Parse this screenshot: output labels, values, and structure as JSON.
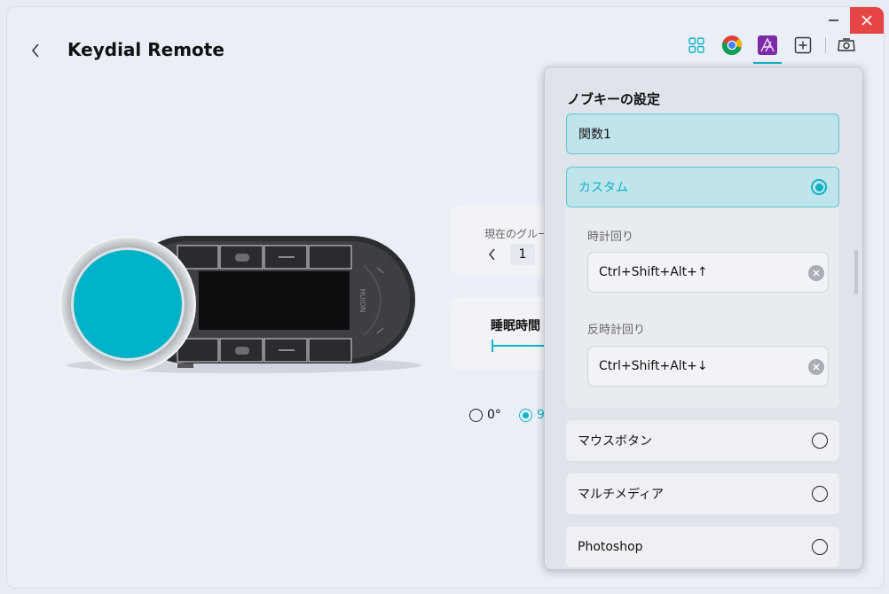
{
  "window": {
    "title": "Keydial Remote"
  },
  "group": {
    "label": "現在のグループ",
    "value": "1"
  },
  "sleep": {
    "label": "睡眠時間"
  },
  "rotation": {
    "options": [
      "0°",
      "9"
    ],
    "selected": 1
  },
  "device": {
    "brand": "HUION"
  },
  "panel": {
    "title": "ノブキーの設定",
    "function_name": "関数1",
    "custom_label": "カスタム",
    "clockwise_label": "時計回り",
    "clockwise_value": "Ctrl+Shift+Alt+↑",
    "counterclockwise_label": "反時計回り",
    "counterclockwise_value": "Ctrl+Shift+Alt+↓",
    "options": [
      {
        "label": "マウスボタン"
      },
      {
        "label": "マルチメディア"
      },
      {
        "label": "Photoshop"
      }
    ]
  },
  "colors": {
    "accent": "#0fb3c6",
    "dial": "#00b2c8",
    "close": "#e64545"
  }
}
